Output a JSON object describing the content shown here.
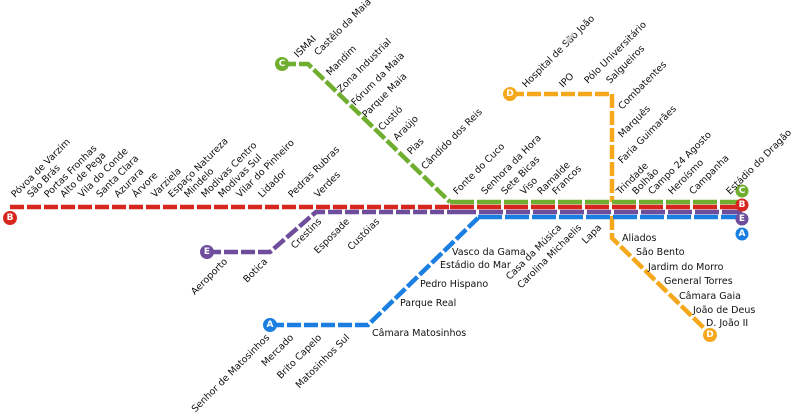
{
  "lines": {
    "A": {
      "letter": "A",
      "color": "#1a7fe0"
    },
    "B": {
      "letter": "B",
      "color": "#d6261d"
    },
    "C": {
      "letter": "C",
      "color": "#6fae2e"
    },
    "D": {
      "letter": "D",
      "color": "#f5a81c"
    },
    "E": {
      "letter": "E",
      "color": "#6e4e9c"
    }
  },
  "stations": {
    "b_branch": [
      "Póvoa de Varzim",
      "São Brás",
      "Portas Fronhas",
      "Alto de Pega",
      "Vila do Conde",
      "Santa Clara",
      "Azurara",
      "Árvore",
      "Varziela",
      "Espaço Natureza",
      "Mindelo",
      "Modivas Centro",
      "Modivas Sul",
      "Vilar do Pinheiro",
      "Lidador",
      "Pedras Rubras",
      "Verdes"
    ],
    "c_branch": [
      "ISMAI",
      "Castêlo da Maia",
      "Mandim",
      "Zona Industrial",
      "Fórum da Maia",
      "Parque Maia",
      "Custió",
      "Araújo",
      "Pias",
      "Cândido dos Reis"
    ],
    "trunk_top": [
      "Fonte do Cuco",
      "Senhora da Hora",
      "Sete Bicas",
      "Viso",
      "Ramalde",
      "Francos"
    ],
    "trunk_bottom": [
      "Casa da Música",
      "Carolina Michaelis",
      "Lapa"
    ],
    "east_top": [
      "Trindade",
      "Bolhão",
      "Campo 24 Agosto",
      "Heroísmo",
      "Campanha",
      "Estádio do Dragão"
    ],
    "e_branch": [
      "Aeroporto",
      "Botica",
      "Crestins",
      "Esposade",
      "Custóias"
    ],
    "a_branch": [
      "Vasco da Gama",
      "Estádio do Mar",
      "Pedro Hispano",
      "Parque Real",
      "Câmara Matosinhos"
    ],
    "a_bottom": [
      "Senhor de Matosinhos",
      "Mercado",
      "Brito Capelo",
      "Matosinhos Sul"
    ],
    "d_north": [
      "Hospital de São João",
      "IPO",
      "Pólo Universitário",
      "Salgueiros",
      "Combatentes",
      "Marquês",
      "Faria Guimarães"
    ],
    "d_south": [
      "Aliados",
      "São Bento",
      "Jardim do Morro",
      "General Torres",
      "Câmara Gaia",
      "João de Deus",
      "D. João II"
    ]
  }
}
